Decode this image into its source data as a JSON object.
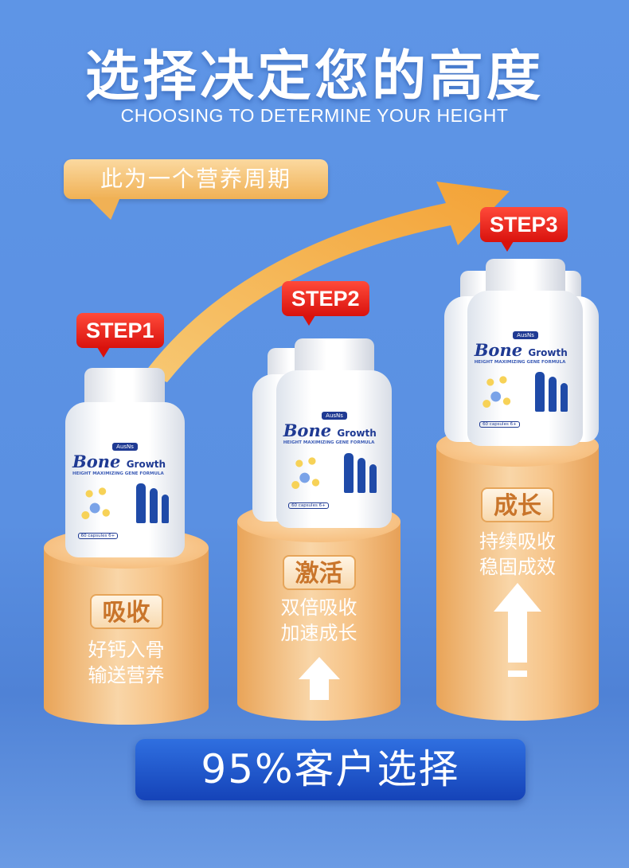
{
  "header": {
    "title": "选择决定您的高度",
    "subtitle": "CHOOSING TO DETERMINE YOUR HEIGHT"
  },
  "banner": "此为一个营养周期",
  "product": {
    "brand": "AusNs",
    "name": "Bone",
    "name2": "Growth",
    "formula": "HEIGHT MAXIMIZING GENE FORMULA",
    "capsules": "60 capsules 6+"
  },
  "steps": [
    {
      "label": "STEP1",
      "tag": "吸收",
      "line1": "好钙入骨",
      "line2": "输送营养"
    },
    {
      "label": "STEP2",
      "tag": "激活",
      "line1": "双倍吸收",
      "line2": "加速成长"
    },
    {
      "label": "STEP3",
      "tag": "成长",
      "line1": "持续吸收",
      "line2": "稳固成效"
    }
  ],
  "cta": "95%客户选择",
  "colors": {
    "background": "#5b91e3",
    "accent": "#f0b155",
    "step": "#e0201a",
    "cta": "#1f55c8"
  }
}
